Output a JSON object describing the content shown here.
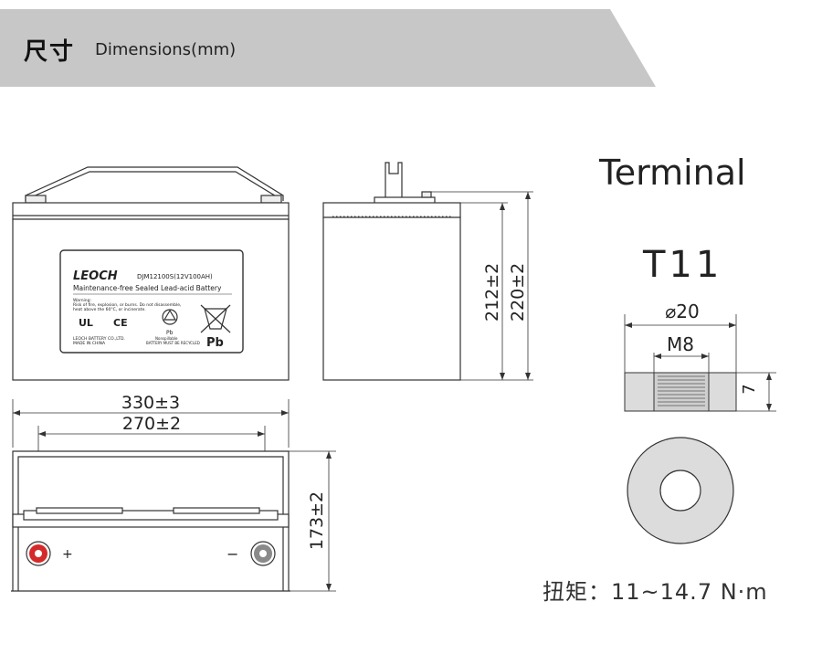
{
  "header": {
    "title_cn": "尺寸",
    "title_en": "Dimensions(mm)"
  },
  "battery": {
    "brand": "LEOCH",
    "model": "DJM12100S(12V100AH)",
    "desc": "Maintenance-free Sealed Lead-acid Battery",
    "warning_line1": "Warning:",
    "warning_line2": "Risk of fire, explosion, or burns. Do not disassemble,",
    "warning_line3": "heat above the 60°C, or incinerate.",
    "maker_line1": "LEOCH BATTERY CO.,LTD.",
    "maker_line2": "MADE IN CHINA",
    "recycle_label": "Pb",
    "recycle_text1": "Nonspillable",
    "recycle_text2": "BATTERY MUST BE RECYCLED",
    "pb_mark": "Pb",
    "ul_mark": "UL",
    "ce_mark": "CE"
  },
  "dimensions": {
    "height_body": "212±2",
    "height_total": "220±2",
    "length_total": "330±3",
    "length_inner": "270±2",
    "width": "173±2",
    "plus_sign": "+",
    "minus_sign": "−"
  },
  "terminal": {
    "title": "Terminal",
    "type": "T11",
    "diameter": "⌀20",
    "thread": "M8",
    "thickness": "7",
    "torque": "扭矩：11~14.7 N·m"
  },
  "colors": {
    "banner": "#c7c7c7",
    "outline": "#333333",
    "terminal_fill": "#dcdcdc",
    "positive": "#d42a2a",
    "negative": "#8a8a8a"
  }
}
